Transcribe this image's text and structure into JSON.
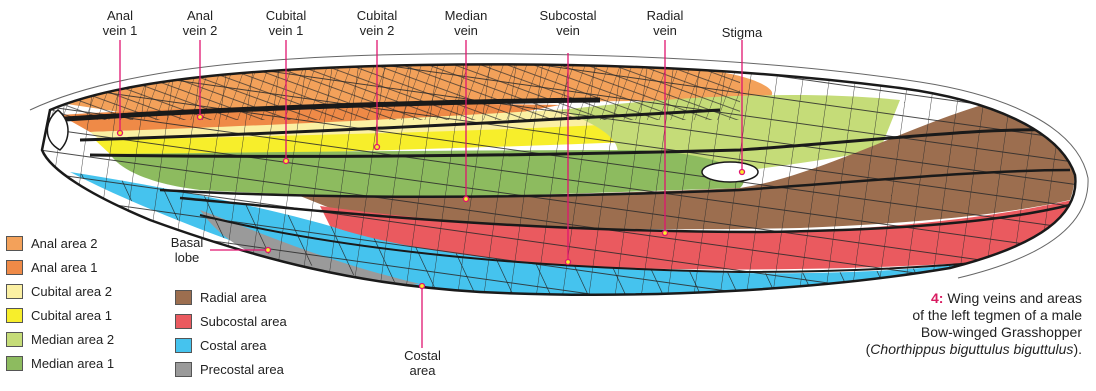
{
  "labels": {
    "anal_vein_1": [
      "Anal",
      "vein 1"
    ],
    "anal_vein_2": [
      "Anal",
      "vein 2"
    ],
    "cubital_vein_1": [
      "Cubital",
      "vein 1"
    ],
    "cubital_vein_2": [
      "Cubital",
      "vein 2"
    ],
    "median_vein": [
      "Median",
      "vein"
    ],
    "subcostal_vein": [
      "Subcostal",
      "vein"
    ],
    "radial_vein": [
      "Radial",
      "vein"
    ],
    "stigma": [
      "Stigma"
    ],
    "basal_lobe": [
      "Basal",
      "lobe"
    ],
    "costal_area": [
      "Costal",
      "area"
    ]
  },
  "legend_left": [
    {
      "label": "Anal area 2",
      "color": "#f3a15a"
    },
    {
      "label": "Anal area 1",
      "color": "#ef8a47"
    },
    {
      "label": "Cubital area 2",
      "color": "#fbf0a3"
    },
    {
      "label": "Cubital area 1",
      "color": "#f7ee2b"
    },
    {
      "label": "Median area 2",
      "color": "#c5dc78"
    },
    {
      "label": "Median area 1",
      "color": "#8dbb5f"
    }
  ],
  "legend_right": [
    {
      "label": "Radial area",
      "color": "#9c6e4f"
    },
    {
      "label": "Subcostal area",
      "color": "#ea5a5f"
    },
    {
      "label": "Costal area",
      "color": "#45c3ee"
    },
    {
      "label": "Precostal area",
      "color": "#9a9a9a"
    }
  ],
  "caption": {
    "number": "4:",
    "line1": "Wing veins and areas",
    "line2": "of the left tegmen of a male",
    "line3": "Bow-winged Grasshopper",
    "line4_open": "(",
    "line4_species": "Chorthippus biguttulus biguttulus",
    "line4_close": ")."
  },
  "colors": {
    "pointer": "#e0156f",
    "vein": "#1a1a1a",
    "outline": "#333333"
  }
}
